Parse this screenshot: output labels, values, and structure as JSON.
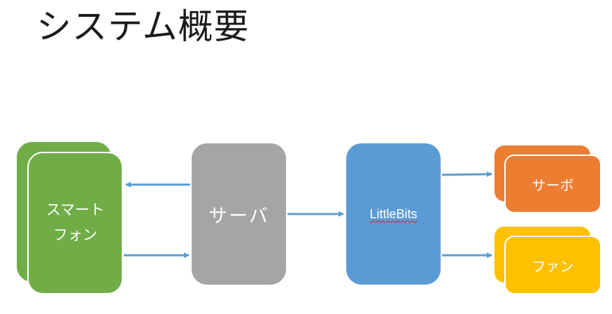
{
  "title": "システム概要",
  "nodes": {
    "smartphone": {
      "label": "スマート\nフォン",
      "color": "#70ad47"
    },
    "server": {
      "label": "サーバ",
      "color": "#a5a5a5"
    },
    "littlebits": {
      "label": "LittleBits",
      "color": "#5b9bd5"
    },
    "servo": {
      "label": "サーボ",
      "color": "#ed7d31"
    },
    "fan": {
      "label": "ファン",
      "color": "#ffc000"
    }
  },
  "edges": [
    {
      "from": "server",
      "to": "smartphone"
    },
    {
      "from": "smartphone",
      "to": "server"
    },
    {
      "from": "server",
      "to": "littlebits"
    },
    {
      "from": "littlebits",
      "to": "servo"
    },
    {
      "from": "littlebits",
      "to": "fan"
    }
  ],
  "colors": {
    "arrow": "#5b9bd5",
    "title": "#1a1a1a"
  }
}
